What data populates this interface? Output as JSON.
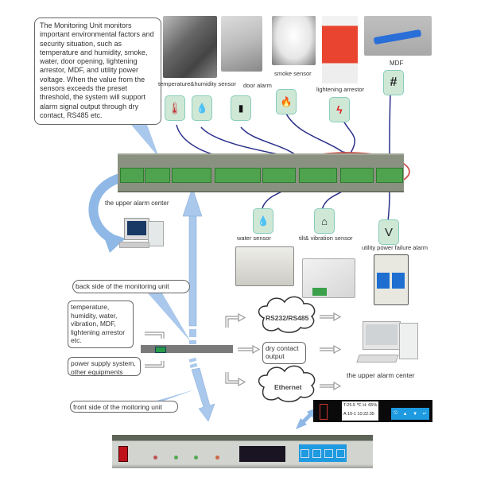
{
  "description_callout": "The Monitoring Unit monitors important environmental factors and security situation, such as temperature and humidity, smoke, water, door opening, lightening arrestor, MDF, and utility power voltage. When the value from the sensors exceeds the preset threshold, the system will support alarm signal output through dry contact, RS485 etc.",
  "top_sensors": [
    {
      "label": "temperature&humidity sensor",
      "icons": [
        "thermometer-icon",
        "humidity-drops-icon"
      ]
    },
    {
      "label": "door alarm",
      "icons": [
        "door-sensor-icon"
      ]
    },
    {
      "label": "smoke sensor",
      "icons": [
        "fire-icon"
      ]
    },
    {
      "label": "lightening arrestor",
      "icons": [
        "lightning-icon"
      ]
    },
    {
      "label": "MDF",
      "icons": [
        "grid-icon"
      ]
    }
  ],
  "bottom_sensors": [
    {
      "label": "water sensor",
      "icon": "water-leak-icon"
    },
    {
      "label": "tilt& vibration sensor",
      "icon": "tilt-vibration-icon"
    },
    {
      "label": "utility power failure alarm",
      "icon": "voltage-icon",
      "glyph": "V"
    }
  ],
  "upper_alarm_center_top": "the upper alarm center",
  "upper_alarm_center_right": "the upper alarm center",
  "back_side_label": "back side of  the monitoring unit",
  "front_side_label": "front side of the moitoring unit",
  "inputs_box": "temperature, humidity, water, vibration, MDF, lightening arrestor etc.",
  "power_box": "power supply system, other equipments",
  "outputs": {
    "rs": "RS232/RS485",
    "dry_contact": "dry contact output",
    "ethernet": "Ethernet"
  },
  "lcd": {
    "line1": "T:25.5 ℃  H: 65%",
    "line2": "A  10-1  10:22:35"
  },
  "colors": {
    "arrow_blue": "#8fb8e6",
    "wire_blue": "#2b2f8a",
    "highlight_red": "#c8524a",
    "terminal_green": "#4fa34f",
    "panel_gray": "#8a9180",
    "keypad_blue": "#1e9ae0"
  }
}
